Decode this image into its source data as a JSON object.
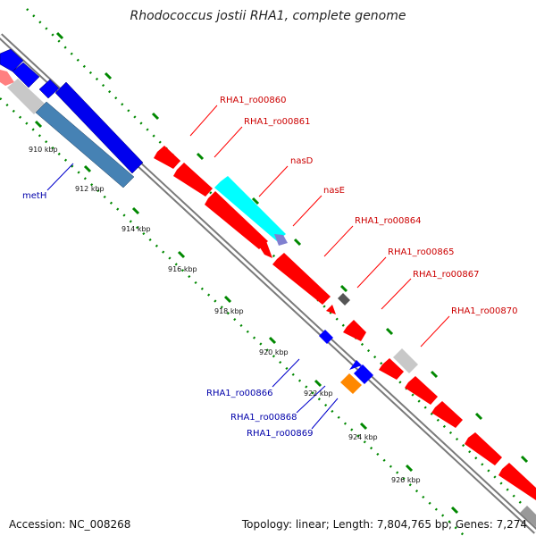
{
  "title": "Rhodococcus jostii RHA1, complete genome",
  "footer": {
    "accession": "Accession: NC_008268",
    "topology": "Topology: linear; Length: 7,804,765 bp; Genes: 7,274"
  },
  "colors": {
    "forward_gene": "#ff0000",
    "reverse_gene": "#0000ff",
    "reverse_label": "#0000aa",
    "forward_label": "#cc0000",
    "rna": "#00ffff",
    "misc": "#ff8800",
    "grey": "#c8c8c8",
    "dark_grey": "#666666",
    "tick": "#008800",
    "backbone": "#808080"
  },
  "scale_ticks": [
    "910 kbp",
    "912 kbp",
    "914 kbp",
    "916 kbp",
    "918 kbp",
    "920 kbp",
    "922 kbp",
    "924 kbp",
    "926 kbp"
  ],
  "gene_labels": {
    "forward": [
      "RHA1_ro00860",
      "RHA1_ro00861",
      "nasD",
      "nasE",
      "RHA1_ro00864",
      "RHA1_ro00865",
      "RHA1_ro00867",
      "RHA1_ro00870"
    ],
    "reverse": [
      "metH",
      "RHA1_ro00866",
      "RHA1_ro00868",
      "RHA1_ro00869"
    ]
  }
}
